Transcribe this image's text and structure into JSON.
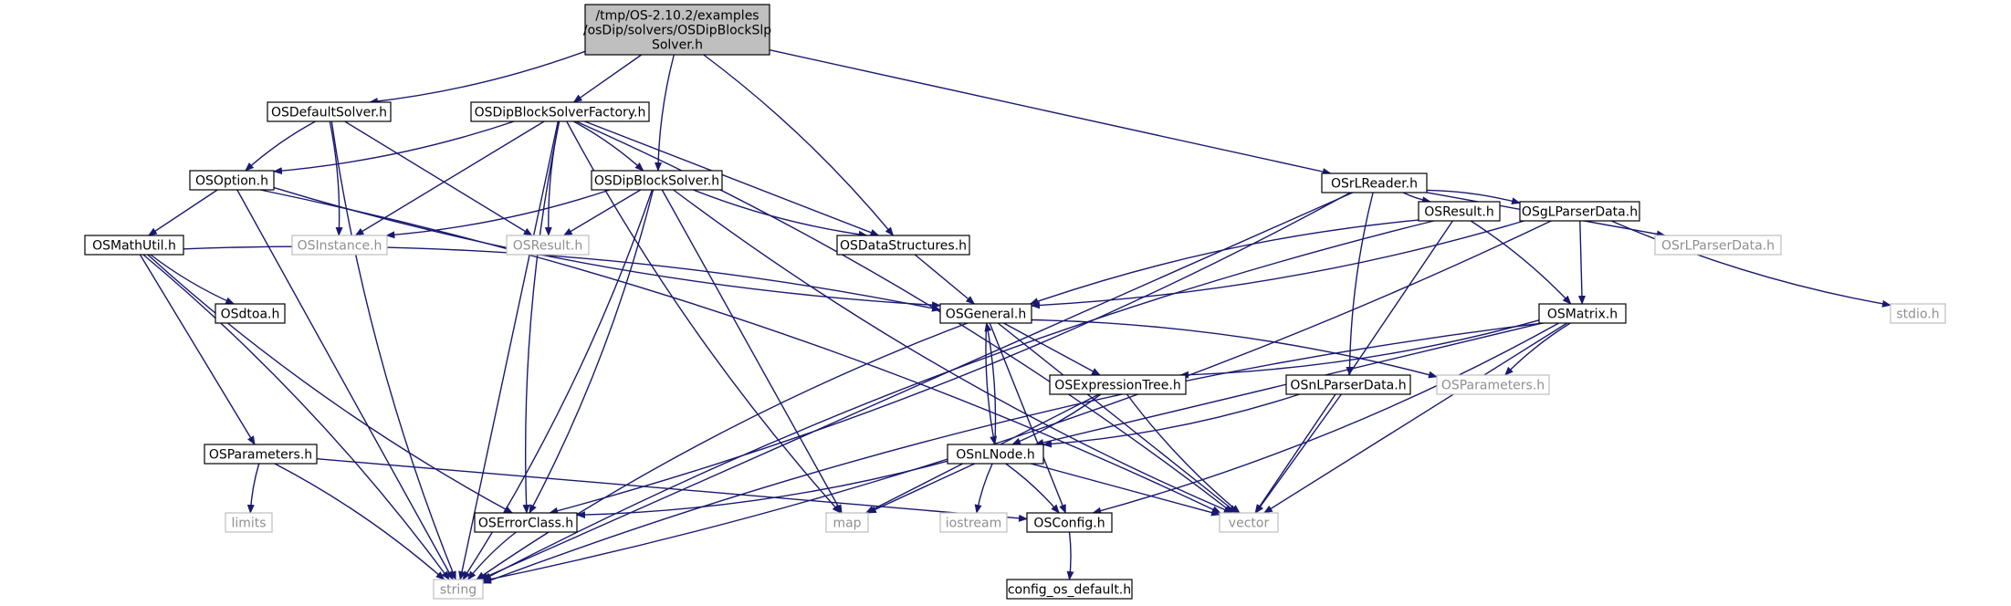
{
  "colors": {
    "edge": "#191970",
    "node_border": "#000000",
    "external_border": "#bfbfbf",
    "external_text": "#8f8f8f",
    "root_fill": "#bfbfbf"
  },
  "nodes": [
    {
      "id": "root",
      "label": [
        "/tmp/OS-2.10.2/examples",
        "/osDip/solvers/OSDipBlockSlp",
        "Solver.h"
      ],
      "kind": "root"
    },
    {
      "id": "osdefaultsolver",
      "label": [
        "OSDefaultSolver.h"
      ],
      "kind": "internal"
    },
    {
      "id": "osdipblocksolverfactory",
      "label": [
        "OSDipBlockSolverFactory.h"
      ],
      "kind": "internal"
    },
    {
      "id": "osdipblocksolver",
      "label": [
        "OSDipBlockSolver.h"
      ],
      "kind": "internal"
    },
    {
      "id": "osrlreader",
      "label": [
        "OSrLReader.h"
      ],
      "kind": "internal"
    },
    {
      "id": "osoption",
      "label": [
        "OSOption.h"
      ],
      "kind": "internal"
    },
    {
      "id": "osinstance",
      "label": [
        "OSInstance.h"
      ],
      "kind": "external"
    },
    {
      "id": "osresult_ext",
      "label": [
        "OSResult.h"
      ],
      "kind": "external"
    },
    {
      "id": "osdatastructures",
      "label": [
        "OSDataStructures.h"
      ],
      "kind": "internal"
    },
    {
      "id": "osresult",
      "label": [
        "OSResult.h"
      ],
      "kind": "internal"
    },
    {
      "id": "osglparserdata",
      "label": [
        "OSgLParserData.h"
      ],
      "kind": "internal"
    },
    {
      "id": "osrlparserdata",
      "label": [
        "OSrLParserData.h"
      ],
      "kind": "external"
    },
    {
      "id": "osmathutil",
      "label": [
        "OSMathUtil.h"
      ],
      "kind": "internal"
    },
    {
      "id": "osgeneral",
      "label": [
        "OSGeneral.h"
      ],
      "kind": "internal"
    },
    {
      "id": "osmatrix",
      "label": [
        "OSMatrix.h"
      ],
      "kind": "internal"
    },
    {
      "id": "stdio",
      "label": [
        "stdio.h"
      ],
      "kind": "external"
    },
    {
      "id": "osdtoa",
      "label": [
        "OSdtoa.h"
      ],
      "kind": "internal"
    },
    {
      "id": "osexpressiontree",
      "label": [
        "OSExpressionTree.h"
      ],
      "kind": "internal"
    },
    {
      "id": "osparameters_ext",
      "label": [
        "OSParameters.h"
      ],
      "kind": "external"
    },
    {
      "id": "osnlparserdata",
      "label": [
        "OSnLParserData.h"
      ],
      "kind": "internal"
    },
    {
      "id": "osparameters",
      "label": [
        "OSParameters.h"
      ],
      "kind": "internal"
    },
    {
      "id": "osnlnode",
      "label": [
        "OSnLNode.h"
      ],
      "kind": "internal"
    },
    {
      "id": "limits",
      "label": [
        "limits"
      ],
      "kind": "external"
    },
    {
      "id": "oserrorclass",
      "label": [
        "OSErrorClass.h"
      ],
      "kind": "internal"
    },
    {
      "id": "map",
      "label": [
        "map"
      ],
      "kind": "external"
    },
    {
      "id": "iostream",
      "label": [
        "iostream"
      ],
      "kind": "external"
    },
    {
      "id": "osconfig",
      "label": [
        "OSConfig.h"
      ],
      "kind": "internal"
    },
    {
      "id": "vector",
      "label": [
        "vector"
      ],
      "kind": "external"
    },
    {
      "id": "string",
      "label": [
        "string"
      ],
      "kind": "external"
    },
    {
      "id": "configosdefault",
      "label": [
        "config_os_default.h"
      ],
      "kind": "internal"
    }
  ],
  "edges": [
    [
      "root",
      "osdefaultsolver"
    ],
    [
      "root",
      "osdipblocksolverfactory"
    ],
    [
      "root",
      "osdipblocksolver"
    ],
    [
      "root",
      "osdatastructures"
    ],
    [
      "root",
      "osrlreader"
    ],
    [
      "osdefaultsolver",
      "osoption"
    ],
    [
      "osdefaultsolver",
      "osinstance"
    ],
    [
      "osdefaultsolver",
      "osresult_ext"
    ],
    [
      "osdefaultsolver",
      "string"
    ],
    [
      "osdipblocksolverfactory",
      "osoption"
    ],
    [
      "osdipblocksolverfactory",
      "osinstance"
    ],
    [
      "osdipblocksolverfactory",
      "osresult_ext"
    ],
    [
      "osdipblocksolverfactory",
      "osdipblocksolver"
    ],
    [
      "osdipblocksolverfactory",
      "osdatastructures"
    ],
    [
      "osdipblocksolverfactory",
      "map"
    ],
    [
      "osdipblocksolverfactory",
      "vector"
    ],
    [
      "osdipblocksolverfactory",
      "string"
    ],
    [
      "osdipblocksolverfactory",
      "oserrorclass"
    ],
    [
      "osdipblocksolver",
      "osinstance"
    ],
    [
      "osdipblocksolver",
      "osresult_ext"
    ],
    [
      "osdipblocksolver",
      "osdatastructures"
    ],
    [
      "osdipblocksolver",
      "oserrorclass"
    ],
    [
      "osdipblocksolver",
      "map"
    ],
    [
      "osdipblocksolver",
      "vector"
    ],
    [
      "osdipblocksolver",
      "string"
    ],
    [
      "osoption",
      "osmathutil"
    ],
    [
      "osoption",
      "osgeneral"
    ],
    [
      "osoption",
      "vector"
    ],
    [
      "osoption",
      "string"
    ],
    [
      "osmathutil",
      "osdtoa"
    ],
    [
      "osmathutil",
      "osgeneral"
    ],
    [
      "osmathutil",
      "osparameters"
    ],
    [
      "osmathutil",
      "oserrorclass"
    ],
    [
      "osmathutil",
      "string"
    ],
    [
      "osdatastructures",
      "osgeneral"
    ],
    [
      "osrlreader",
      "osresult"
    ],
    [
      "osrlreader",
      "osglparserdata"
    ],
    [
      "osrlreader",
      "osrlparserdata"
    ],
    [
      "osrlreader",
      "osnlparserdata"
    ],
    [
      "osrlreader",
      "oserrorclass"
    ],
    [
      "osrlreader",
      "string"
    ],
    [
      "osresult",
      "osgeneral"
    ],
    [
      "osresult",
      "osmatrix"
    ],
    [
      "osresult",
      "vector"
    ],
    [
      "osresult",
      "string"
    ],
    [
      "osglparserdata",
      "osgeneral"
    ],
    [
      "osglparserdata",
      "osmatrix"
    ],
    [
      "osglparserdata",
      "stdio"
    ],
    [
      "osglparserdata",
      "string"
    ],
    [
      "osgeneral",
      "osexpressiontree"
    ],
    [
      "osgeneral",
      "osnlnode"
    ],
    [
      "osgeneral",
      "osparameters_ext"
    ],
    [
      "osgeneral",
      "vector"
    ],
    [
      "osgeneral",
      "string"
    ],
    [
      "osmatrix",
      "osexpressiontree"
    ],
    [
      "osmatrix",
      "osnlnode"
    ],
    [
      "osmatrix",
      "osparameters_ext"
    ],
    [
      "osmatrix",
      "osconfig"
    ],
    [
      "osmatrix",
      "vector"
    ],
    [
      "osmatrix",
      "string"
    ],
    [
      "osexpressiontree",
      "osnlnode"
    ],
    [
      "osexpressiontree",
      "map"
    ],
    [
      "osexpressiontree",
      "vector"
    ],
    [
      "osnlparserdata",
      "osnlnode"
    ],
    [
      "osnlparserdata",
      "vector"
    ],
    [
      "osnlnode",
      "osgeneral"
    ],
    [
      "osnlnode",
      "oserrorclass"
    ],
    [
      "osnlnode",
      "map"
    ],
    [
      "osnlnode",
      "iostream"
    ],
    [
      "osnlnode",
      "osconfig"
    ],
    [
      "osnlnode",
      "vector"
    ],
    [
      "osparameters",
      "limits"
    ],
    [
      "osparameters",
      "string"
    ],
    [
      "osparameters",
      "osconfig"
    ],
    [
      "oserrorclass",
      "string"
    ],
    [
      "osconfig",
      "configosdefault"
    ],
    [
      "osgeneral",
      "osconfig"
    ]
  ]
}
